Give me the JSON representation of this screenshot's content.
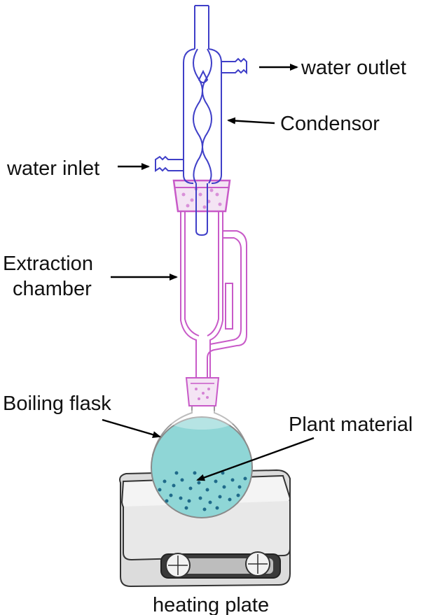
{
  "labels": {
    "water_outlet": "water outlet",
    "condensor": "Condensor",
    "water_inlet": "water inlet",
    "extraction_line1": "Extraction",
    "extraction_line2": "chamber",
    "boiling_flask": "Boiling flask",
    "plant_material": "Plant material",
    "heating_plate": "heating plate"
  },
  "colors": {
    "condenser_glass": "#3f3fc8",
    "extraction_glass": "#c85ac8",
    "flask_glass": "#9a9a9a",
    "solvent": "#8fd6d6",
    "plant_particles": "#1f6a8a",
    "heater_body": "#f4f4f4",
    "heater_outline": "#333333",
    "arrow": "#000000"
  },
  "icons": [
    "arrow-icon",
    "knob-icon"
  ]
}
